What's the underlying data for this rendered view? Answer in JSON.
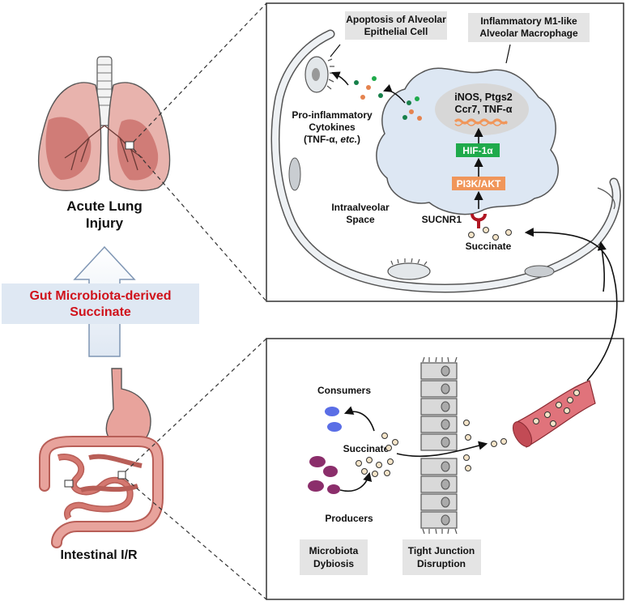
{
  "left": {
    "lung_label_line1": "Acute Lung",
    "lung_label_line2": "Injury",
    "gut_label": "Intestinal I/R",
    "arrow_label_line1": "Gut Microbiota-derived",
    "arrow_label_line2": "Succinate"
  },
  "top_panel": {
    "apoptosis_line1": "Apoptosis of Alveolar",
    "apoptosis_line2": "Epithelial Cell",
    "macrophage_line1": "Inflammatory M1-like",
    "macrophage_line2": "Alveolar Macrophage",
    "genes_line1": "iNOS, Ptgs2",
    "genes_line2": "Ccr7, TNF-α",
    "hif": "HIF-1α",
    "pi3k": "PI3K/AKT",
    "receptor": "SUCNR1",
    "succinate": "Succinate",
    "space_line1": "Intraalveolar",
    "space_line2": "Space",
    "cytokines_line1": "Pro-inflammatory",
    "cytokines_line2": "Cytokines",
    "cytokines_line3_a": "(TNF-α, ",
    "cytokines_line3_b": "etc.",
    "cytokines_line3_c": ")"
  },
  "bottom_panel": {
    "consumers": "Consumers",
    "producers": "Producers",
    "succinate": "Succinate",
    "dysbiosis_line1": "Microbiota",
    "dysbiosis_line2": "Dybiosis",
    "tj_line1": "Tight Junction",
    "tj_line2": "Disruption"
  },
  "colors": {
    "arrow_label": "#d0121b",
    "hif_box": "#1faa4b",
    "pi3k_box": "#f0965a",
    "receptor": "#b01622",
    "vessel": "#e0737b",
    "macrophage": "#dde7f3",
    "lung": "#e8b3ad"
  }
}
